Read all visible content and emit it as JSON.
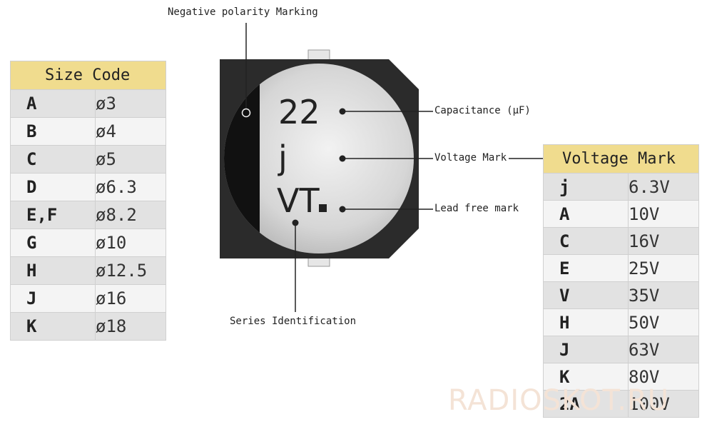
{
  "size_table": {
    "header": "Size Code",
    "rows": [
      {
        "code": "A",
        "value": "ø3"
      },
      {
        "code": "B",
        "value": "ø4"
      },
      {
        "code": "C",
        "value": "ø5"
      },
      {
        "code": "D",
        "value": "ø6.3"
      },
      {
        "code": "E,F",
        "value": "ø8.2"
      },
      {
        "code": "G",
        "value": "ø10"
      },
      {
        "code": "H",
        "value": "ø12.5"
      },
      {
        "code": "J",
        "value": "ø16"
      },
      {
        "code": "K",
        "value": "ø18"
      }
    ]
  },
  "voltage_table": {
    "header": "Voltage Mark",
    "rows": [
      {
        "code": "j",
        "value": "6.3V"
      },
      {
        "code": "A",
        "value": "10V"
      },
      {
        "code": "C",
        "value": "16V"
      },
      {
        "code": "E",
        "value": "25V"
      },
      {
        "code": "V",
        "value": "35V"
      },
      {
        "code": "H",
        "value": "50V"
      },
      {
        "code": "J",
        "value": "63V"
      },
      {
        "code": "K",
        "value": "80V"
      },
      {
        "code": "2A",
        "value": "100V"
      }
    ]
  },
  "capacitor_marking": {
    "capacitance": "22",
    "voltage": "j",
    "series": "VT"
  },
  "callouts": {
    "negative_polarity": "Negative polarity Marking",
    "capacitance": "Capacitance (µF)",
    "voltage": "Voltage Mark",
    "lead_free": "Lead free mark",
    "series": "Series Identification"
  },
  "watermark": "RADIOSKOT.RU",
  "colors": {
    "header_bg": "#f0dc8e",
    "row_dark": "#e2e2e2",
    "row_light": "#f4f4f4",
    "chip_body": "#2b2b2b",
    "can_top": "#d7d7d7"
  }
}
